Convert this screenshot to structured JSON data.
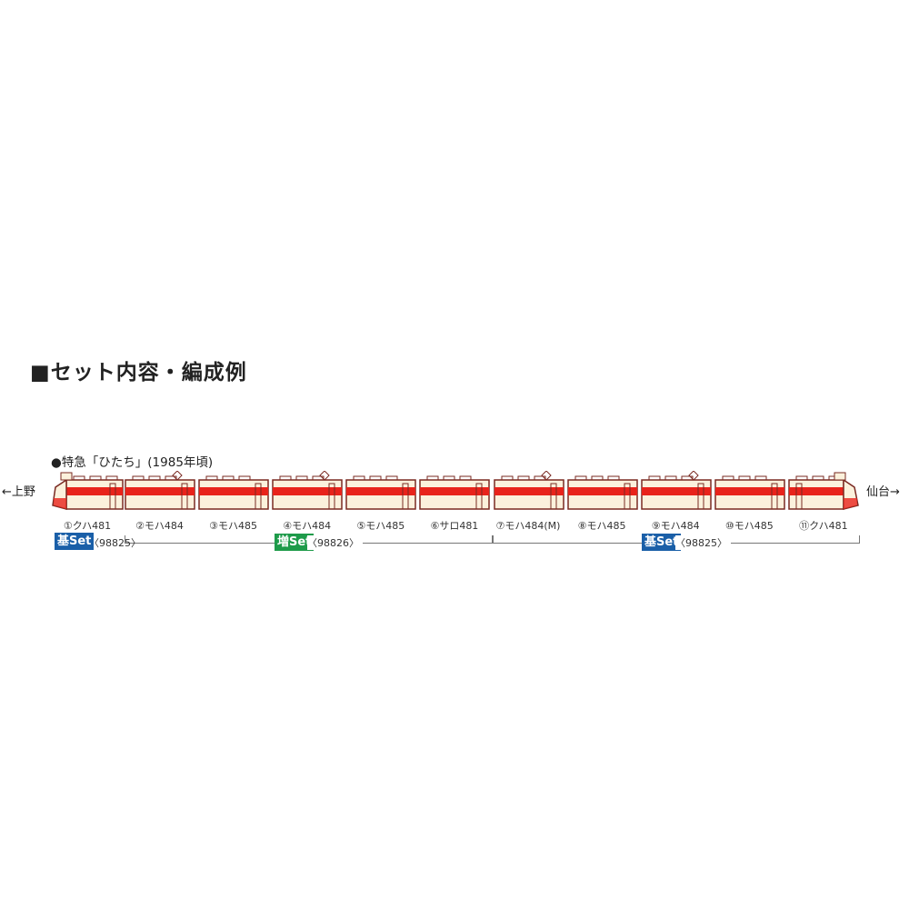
{
  "title": "■セット内容・編成例",
  "subtitle": "●特急「ひたち」(1985年頃)",
  "direction_left": "←上野",
  "direction_right": "仙台→",
  "colors": {
    "body": "#fbf1dc",
    "stripe": "#e8231b",
    "outline": "#7a2a22",
    "base_set": "#1a5fa8",
    "add_set": "#1e9b4a"
  },
  "cars": [
    {
      "label": "①クハ481",
      "type": "cab-left"
    },
    {
      "label": "②モハ484",
      "type": "pantograph"
    },
    {
      "label": "③モハ485",
      "type": "plain"
    },
    {
      "label": "④モハ484",
      "type": "pantograph"
    },
    {
      "label": "⑤モハ485",
      "type": "plain"
    },
    {
      "label": "⑥サロ481",
      "type": "plain"
    },
    {
      "label": "⑦モハ484(M)",
      "type": "pantograph"
    },
    {
      "label": "⑧モハ485",
      "type": "plain"
    },
    {
      "label": "⑨モハ484",
      "type": "pantograph"
    },
    {
      "label": "⑩モハ485",
      "type": "plain"
    },
    {
      "label": "⑪クハ481",
      "type": "cab-right"
    }
  ],
  "sets": [
    {
      "badge": "基Set",
      "number": "〈98825〉",
      "kind": "base"
    },
    {
      "badge": "増Set",
      "number": "〈98826〉",
      "kind": "add"
    },
    {
      "badge": "基Set",
      "number": "〈98825〉",
      "kind": "base"
    }
  ]
}
